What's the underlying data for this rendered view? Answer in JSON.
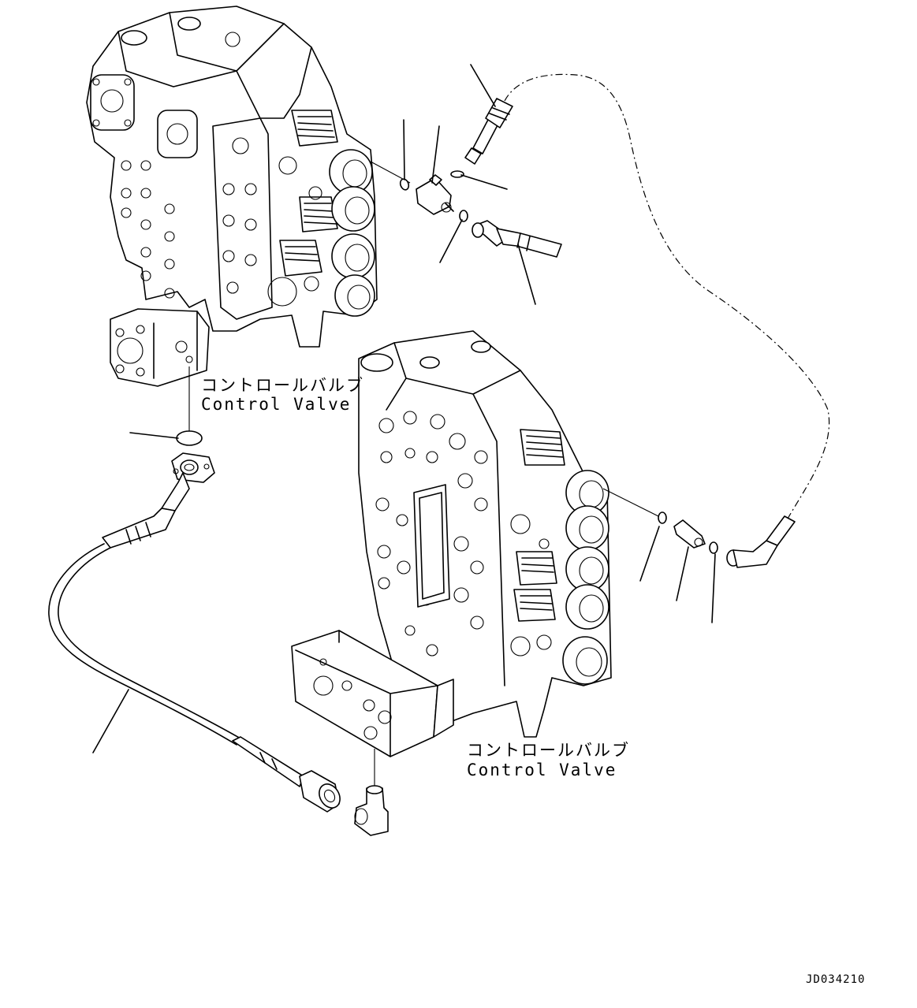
{
  "labels": {
    "valve_top_jp": "コントロールバルブ",
    "valve_top_en": "Control Valve",
    "valve_bottom_jp": "コントロールバルブ",
    "valve_bottom_en": "Control Valve",
    "drawing_code": "JD034210"
  }
}
